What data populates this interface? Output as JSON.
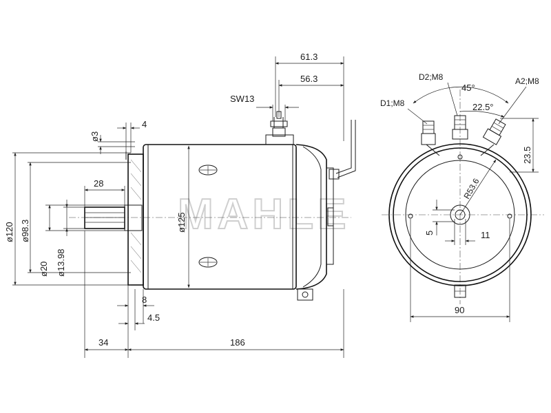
{
  "watermark": "MAHLE",
  "dimensions": {
    "d120": "ø120",
    "d98_3": "ø98.3",
    "d20": "ø20",
    "d13_98": "ø13.98",
    "d3": "ø3",
    "w4": "4",
    "w28": "28",
    "w8": "8",
    "w4_5": "4.5",
    "w34": "34",
    "w186": "186",
    "d125": "ø125",
    "sw13": "SW13",
    "w61_3": "61.3",
    "w56_3": "56.3",
    "d2": "D2;M8",
    "d1": "D1;M8",
    "a2": "A2;M8",
    "ang45": "45°",
    "ang22_5": "22.5°",
    "r53_6": "R53.6",
    "h23_5": "23.5",
    "h5": "5",
    "w11": "11",
    "w90": "90"
  }
}
